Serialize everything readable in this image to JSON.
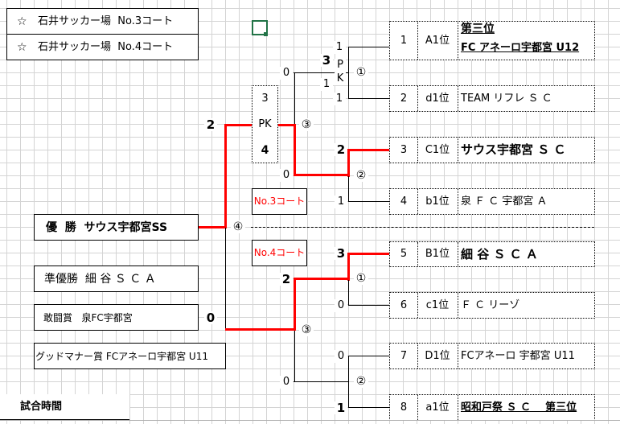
{
  "venues": [
    {
      "icon": "star-outline-icon",
      "symbol": "☆",
      "label": "石井サッカー場  No.3コート"
    },
    {
      "icon": "star-outline-icon",
      "symbol": "☆",
      "label": "石井サッカー場  No.4コート"
    }
  ],
  "awards": {
    "champion": "優  勝  サウス宇都宮SS",
    "runner_up": "準優勝  細 谷 Ｓ Ｃ Ａ",
    "fighting_spirit": "敢闘賞   泉FC宇都宮",
    "good_manners": "グッドマナー賞 FCアネーロ宇都宮 U11"
  },
  "match_time_label": "試合時間",
  "courts": {
    "upper": "No.3コート",
    "lower": "No.4コート"
  },
  "teams": [
    {
      "slot": "1",
      "seed": "A1位",
      "name_line1": "第三位",
      "name": "FC アネーロ宇都宮 U12"
    },
    {
      "slot": "2",
      "seed": "d1位",
      "name": "TEAM リフレ Ｓ Ｃ"
    },
    {
      "slot": "3",
      "seed": "C1位",
      "name": "サウス宇都宮 Ｓ Ｃ"
    },
    {
      "slot": "4",
      "seed": "b1位",
      "name": "泉 Ｆ Ｃ 宇都宮 Ａ"
    },
    {
      "slot": "5",
      "seed": "B1位",
      "name": "細 谷 Ｓ Ｃ Ａ"
    },
    {
      "slot": "6",
      "seed": "c1位",
      "name": "Ｆ Ｃ リーゾ"
    },
    {
      "slot": "7",
      "seed": "D1位",
      "name": "FCアネーロ 宇都宮 U11"
    },
    {
      "slot": "8",
      "seed": "a1位",
      "name": "昭和戸祭 Ｓ Ｃ    第三位"
    }
  ],
  "matches": {
    "m1_upper": {
      "label": "①",
      "score_top": "1",
      "score_bottom": "1",
      "pk_top": "3",
      "pk_bottom": "1",
      "pk_label_p": "P",
      "pk_label_k": "K"
    },
    "m2_upper": {
      "label": "②",
      "score_top": "2",
      "score_bottom": "1"
    },
    "m3_upper": {
      "label": "③",
      "score_top": "0",
      "score_bottom": "0",
      "pk_top": "3",
      "pk_mid": "PK",
      "pk_bottom": "4"
    },
    "final": {
      "label": "④",
      "score_top": "2",
      "score_bottom": "0"
    },
    "m1_lower": {
      "label": "①",
      "score_top": "3",
      "score_bottom": "0"
    },
    "m2_lower": {
      "label": "②",
      "score_top": "0",
      "score_bottom": "1"
    },
    "m3_lower": {
      "label": "③",
      "score_top": "2",
      "score_bottom": "0"
    }
  },
  "colors": {
    "winner_line": "#ff0000",
    "court_label": "#ff0000",
    "cell_cursor": "#217346"
  }
}
